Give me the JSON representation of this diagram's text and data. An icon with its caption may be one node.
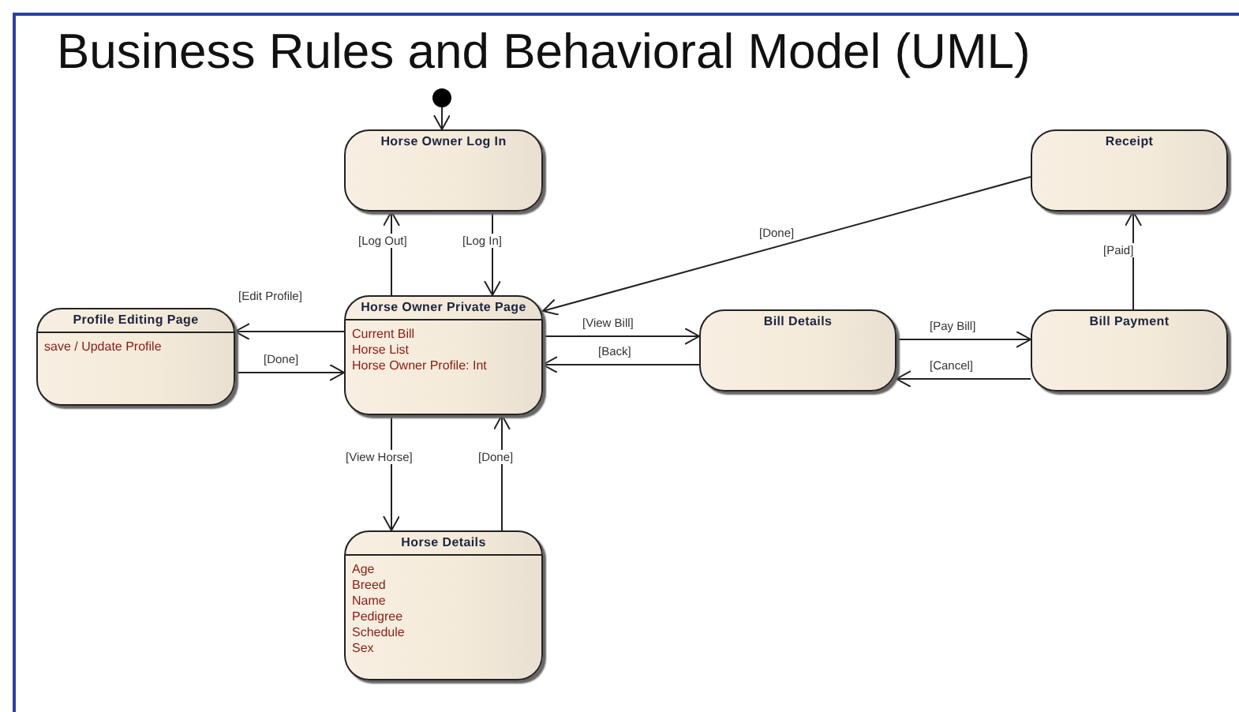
{
  "diagram": {
    "title": "Business Rules and Behavioral Model (UML)",
    "nodes": [
      {
        "text": [],
        "shape": "circle"
      },
      {
        "text": [
          "Horse Owner Log In"
        ]
      },
      {
        "text": [
          "Receipt"
        ]
      },
      {
        "text": [
          "Profile Editing Page",
          "save / Update Profile"
        ]
      },
      {
        "text": [
          "Horse Owner Private Page",
          "Current Bill",
          "Horse List",
          "Horse Owner Profile:  Int"
        ]
      },
      {
        "text": [
          "Bill Details"
        ]
      },
      {
        "text": [
          "Bill Payment"
        ]
      },
      {
        "text": [
          "Horse Details",
          "Age",
          "Breed",
          "Name",
          "Pedigree",
          "Schedule",
          "Sex"
        ]
      }
    ],
    "edges": [
      {
        "from": 0,
        "to": 1,
        "arrow": "to"
      },
      {
        "from": 4,
        "to": 1,
        "arrow": "to",
        "label": "[Log Out]"
      },
      {
        "from": 1,
        "to": 4,
        "arrow": "to",
        "label": "[Log In]"
      },
      {
        "from": 2,
        "to": 4,
        "arrow": "to",
        "label": "[Done]"
      },
      {
        "from": 4,
        "to": 3,
        "arrow": "to",
        "label": "[Edit Profile]"
      },
      {
        "from": 3,
        "to": 4,
        "arrow": "to",
        "label": "[Done]"
      },
      {
        "from": 4,
        "to": 5,
        "arrow": "to",
        "label": "[View Bill]"
      },
      {
        "from": 5,
        "to": 4,
        "arrow": "to",
        "label": "[Back]"
      },
      {
        "from": 5,
        "to": 6,
        "arrow": "to",
        "label": "[Pay Bill]"
      },
      {
        "from": 6,
        "to": 5,
        "arrow": "to",
        "label": "[Cancel]"
      },
      {
        "from": 6,
        "to": 2,
        "arrow": "to",
        "label": "[Paid]"
      },
      {
        "from": 4,
        "to": 7,
        "arrow": "to",
        "label": "[View Horse]"
      },
      {
        "from": 7,
        "to": 4,
        "arrow": "to",
        "label": "[Done]"
      }
    ]
  }
}
